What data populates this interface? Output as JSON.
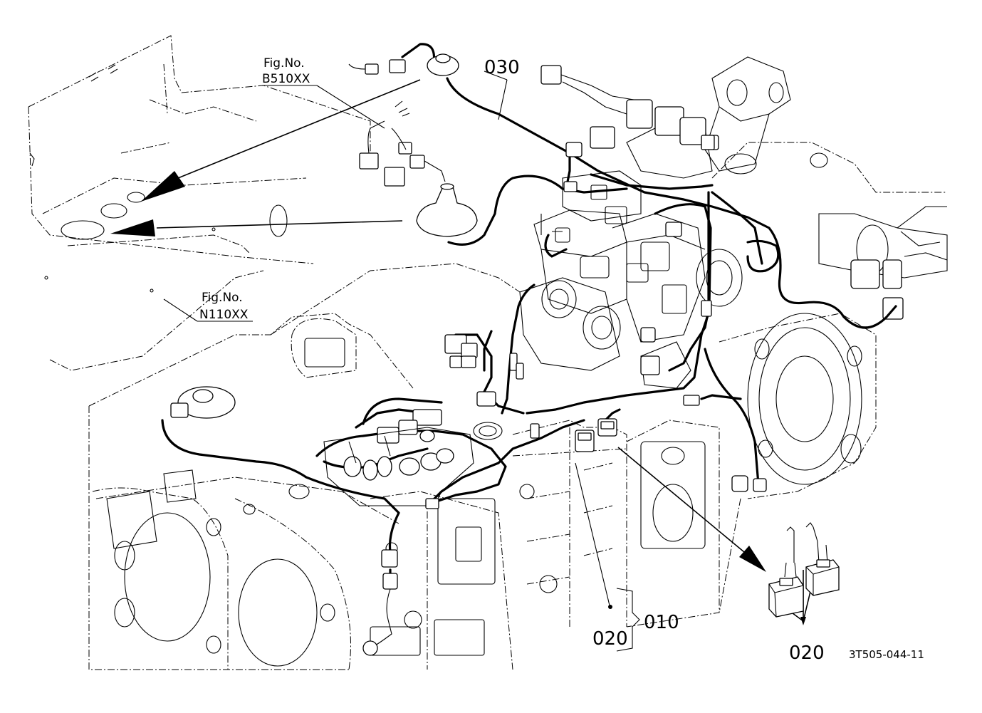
{
  "figure_refs": [
    {
      "fig_label": "Fig.No.",
      "fig_code": "B510XX"
    },
    {
      "fig_label": "Fig.No.",
      "fig_code": "N110XX"
    }
  ],
  "callouts": {
    "part_030": "030",
    "part_010": "010",
    "part_020_main": "020",
    "part_020_detail": "020"
  },
  "drawing_code": "3T505-044-11"
}
